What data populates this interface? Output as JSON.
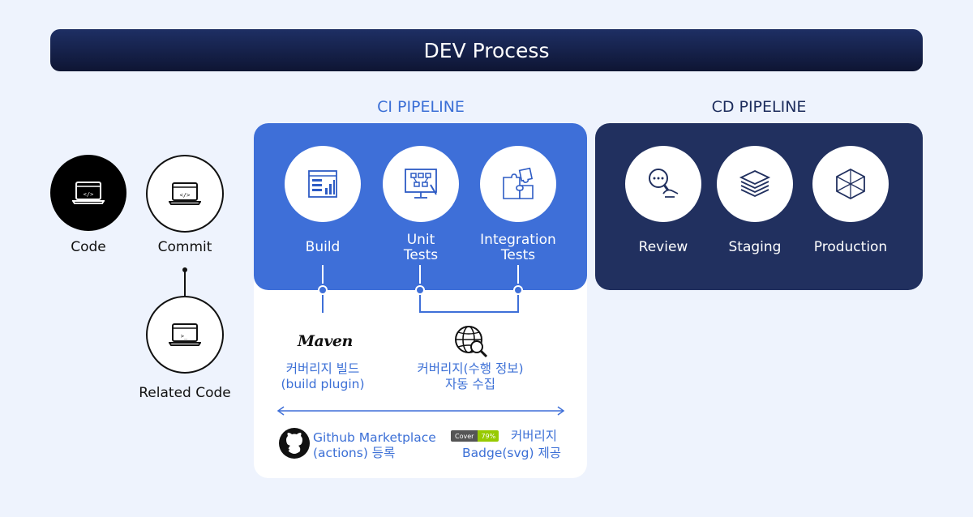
{
  "header": {
    "title": "DEV Process"
  },
  "ci": {
    "title": "CI PIPELINE",
    "stages": [
      {
        "label": "Build",
        "icon": "dashboard-chart-icon"
      },
      {
        "label": "Unit\nTests",
        "icon": "flowchart-monitor-icon"
      },
      {
        "label": "Integration\nTests",
        "icon": "puzzle-icon"
      }
    ]
  },
  "cd": {
    "title": "CD PIPELINE",
    "stages": [
      {
        "label": "Review",
        "icon": "magnifier-hand-icon"
      },
      {
        "label": "Staging",
        "icon": "layers-icon"
      },
      {
        "label": "Production",
        "icon": "cube-icon"
      }
    ]
  },
  "source": {
    "code": "Code",
    "commit": "Commit",
    "related": "Related Code"
  },
  "tools": {
    "maven_logo": "Maven",
    "build_desc_1": "커버리지 빌드",
    "build_desc_2": "(build plugin)",
    "test_desc_1": "커버리지(수행 정보)",
    "test_desc_2": "자동 수집",
    "github_desc_1": "Github Marketplace",
    "github_desc_2": "(actions) 등록",
    "badge_label": "Cover",
    "badge_value": "79%",
    "badge_desc_1": "커버리지",
    "badge_desc_2": "Badge(svg) 제공"
  },
  "colors": {
    "ci_blue": "#3e6fd8",
    "cd_navy": "#21305f",
    "background": "#eef3fd"
  }
}
